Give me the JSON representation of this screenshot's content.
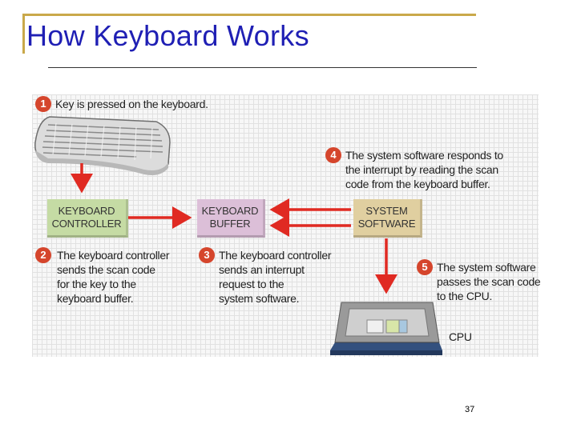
{
  "slide": {
    "title": "How Keyboard Works",
    "page_number": "37"
  },
  "diagram": {
    "boxes": {
      "controller": [
        "KEYBOARD",
        "CONTROLLER"
      ],
      "buffer": [
        "KEYBOARD",
        "BUFFER"
      ],
      "system": [
        "SYSTEM",
        "SOFTWARE"
      ]
    },
    "steps": [
      {
        "num": "1",
        "lines": [
          "Key is pressed on the keyboard."
        ]
      },
      {
        "num": "2",
        "lines": [
          "The keyboard controller",
          "sends the scan code",
          "for the key to the",
          "keyboard buffer."
        ]
      },
      {
        "num": "3",
        "lines": [
          "The keyboard controller",
          "sends an interrupt",
          "request to the",
          "system software."
        ]
      },
      {
        "num": "4",
        "lines": [
          "The system software responds to",
          "the interrupt by reading the scan",
          "code from the keyboard buffer."
        ]
      },
      {
        "num": "5",
        "lines": [
          "The system software",
          "passes the scan code",
          "to the CPU."
        ]
      }
    ],
    "cpu_label": "CPU"
  },
  "colors": {
    "title": "#1f1fb4",
    "arrow": "#e02a22",
    "step_badge": "#d5452c",
    "controller_box": "#c5dba4",
    "buffer_box": "#dcbfd8",
    "system_box": "#e0cfa0"
  },
  "icons": [
    "keyboard-icon",
    "cpu-chip-icon"
  ]
}
